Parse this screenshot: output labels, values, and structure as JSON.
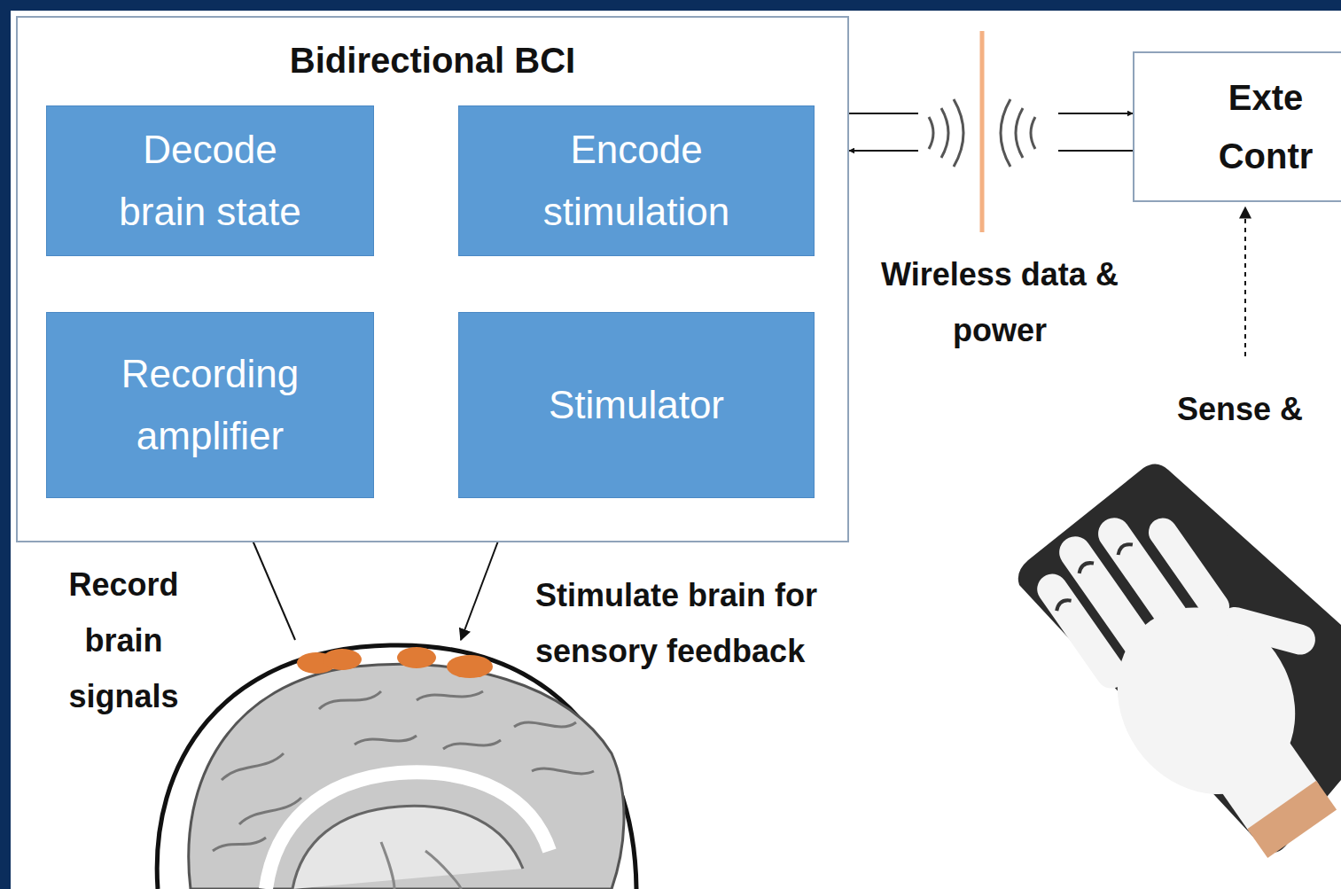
{
  "diagram": {
    "nodes": [
      {
        "text": [
          "Bidirectional BCI"
        ]
      },
      {
        "text": [
          "Decode brain state"
        ],
        "in": 0
      },
      {
        "text": [
          "Encode stimulation"
        ],
        "in": 0
      },
      {
        "text": [
          "Recording amplifier"
        ],
        "in": 0
      },
      {
        "text": [
          "Stimulator"
        ],
        "in": 0
      },
      {
        "text": [
          "Exte Contr"
        ]
      }
    ],
    "edges": [
      {
        "from": 3,
        "to": 1,
        "arrow": "to"
      },
      {
        "from": 1,
        "to": 2,
        "arrow": "to"
      },
      {
        "from": 2,
        "to": 4,
        "arrow": "to"
      },
      {
        "from": 0,
        "to": 5,
        "arrow": "to"
      },
      {
        "from": 5,
        "to": 0,
        "arrow": "to"
      }
    ],
    "labels": [
      "Wireless data & power",
      "Sense &",
      "Record brain signals",
      "Stimulate brain for sensory feedback"
    ]
  }
}
